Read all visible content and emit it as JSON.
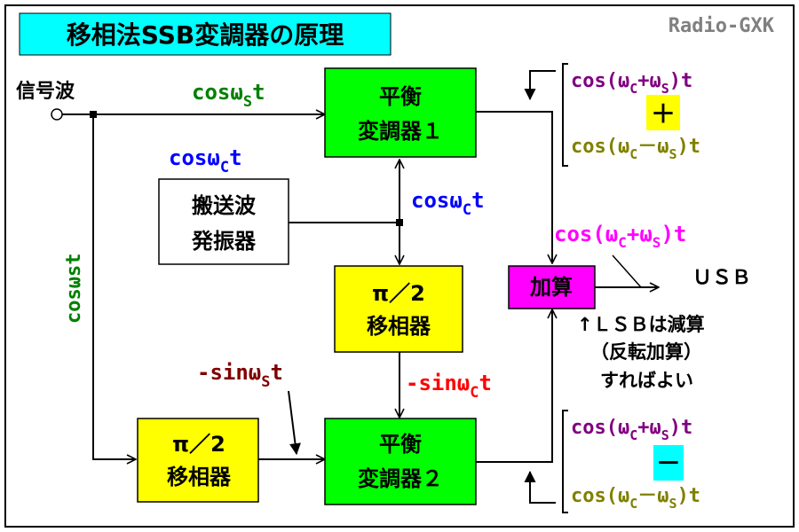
{
  "title": "移相法SSB変調器の原理",
  "brand": "Radio-GXK",
  "input_label": "信号波",
  "blocks": {
    "bm1": [
      "平衡",
      "変調器１"
    ],
    "bm2": [
      "平衡",
      "変調器２"
    ],
    "osc": [
      "搬送波",
      "発振器"
    ],
    "ps_carrier": [
      "π／2",
      "移相器"
    ],
    "ps_signal": [
      "π／2",
      "移相器"
    ],
    "adder": "加算"
  },
  "signals": {
    "cos_ws_top": {
      "a": "cos",
      "w": "ω",
      "sub": "S",
      "t": "t"
    },
    "cos_wc_left": {
      "a": "cos",
      "w": "ω",
      "sub": "C",
      "t": "t"
    },
    "cos_wc_right": {
      "a": "cos",
      "w": "ω",
      "sub": "C",
      "t": "t"
    },
    "cos_ws_vertical": "cosωst",
    "sin_ws": {
      "a": "-sin",
      "w": "ω",
      "sub": "S",
      "t": "t"
    },
    "sin_wc": {
      "a": "-sin",
      "w": "ω",
      "sub": "C",
      "t": "t"
    }
  },
  "outputs": {
    "top_sum": {
      "pre": "cos(",
      "w1": "ω",
      "s1": "C",
      "op": "+",
      "w2": "ω",
      "s2": "S",
      "post": ")t"
    },
    "top_diff": {
      "pre": "cos(",
      "w1": "ω",
      "s1": "C",
      "op": "－",
      "w2": "ω",
      "s2": "S",
      "post": ")t"
    },
    "bot_sum": {
      "pre": "cos(",
      "w1": "ω",
      "s1": "C",
      "op": "+",
      "w2": "ω",
      "s2": "S",
      "post": ")t"
    },
    "bot_diff": {
      "pre": "cos(",
      "w1": "ω",
      "s1": "C",
      "op": "－",
      "w2": "ω",
      "s2": "S",
      "post": ")t"
    },
    "result": {
      "pre": "cos(",
      "w1": "ω",
      "s1": "C",
      "op": "+",
      "w2": "ω",
      "s2": "S",
      "post": ")t"
    },
    "plus_sign": "＋",
    "minus_sign": "－",
    "usb_label": "ＵＳＢ",
    "lsb_note": [
      "↑ＬＳＢは減算",
      "（反転加算）",
      "すればよい"
    ]
  },
  "colors": {
    "title_bg": "#00ffff",
    "block_green": "#00ff00",
    "block_yellow": "#ffff00",
    "adder_magenta": "#ff00ff",
    "signal_green": "#008000",
    "carrier_blue": "#0000ff",
    "sin_darkred": "#800000",
    "sin_red": "#ff0000",
    "purple": "#800080",
    "olive": "#808000",
    "magenta": "#ff00ff",
    "plus_bg": "#ffff00",
    "minus_bg": "#00ffff"
  }
}
